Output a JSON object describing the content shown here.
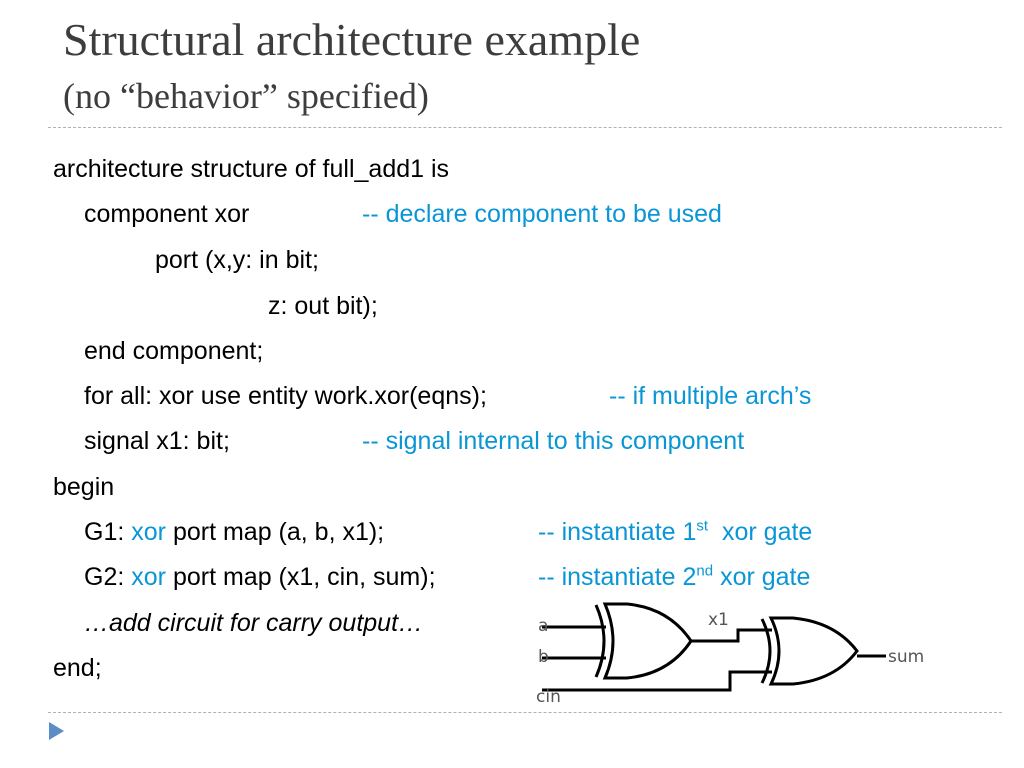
{
  "slide": {
    "title": "Structural architecture example",
    "subtitle": "(no “behavior” specified)"
  },
  "code": {
    "l1": "architecture structure of full_add1  is",
    "l2": "component xor",
    "l2_comment": "-- declare component to be used",
    "l3": "port (x,y: in bit;",
    "l4": "z: out bit);",
    "l5": "end component;",
    "l6": "for all: xor use entity work.xor(eqns);",
    "l6_comment": "-- if multiple arch’s",
    "l7": "signal x1: bit;",
    "l7_comment": "-- signal internal to this component",
    "l8": "begin",
    "l9_label": "G1:",
    "l9_kw": "xor",
    "l9_rest": "port map (a, b, x1);",
    "l9_comment_a": "-- instantiate 1",
    "l9_comment_sup": "st",
    "l9_comment_b": "xor gate",
    "l10_label": "G2:",
    "l10_kw": "xor",
    "l10_rest": "port map (x1, cin, sum);",
    "l10_comment_a": "-- instantiate 2",
    "l10_comment_sup": "nd",
    "l10_comment_b": "xor gate",
    "l11": "…add circuit for carry output…",
    "l12": "end;"
  },
  "circuit": {
    "label_a": "a",
    "label_b": "b",
    "label_cin": "cin",
    "label_x1": "x1",
    "label_sum": "sum",
    "line_color": "#000000",
    "label_color": "#555555"
  },
  "colors": {
    "comment": "#0a96d6",
    "title": "#3d3d3d",
    "rule": "#a9b3bf",
    "nav_arrow": "#5b8ec6"
  }
}
